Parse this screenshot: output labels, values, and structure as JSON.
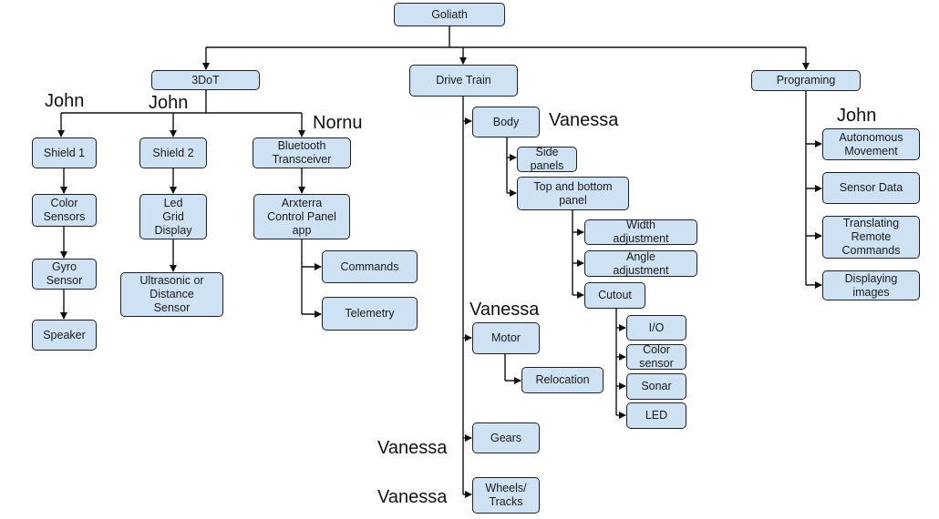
{
  "nodes": {
    "goliath": "Goliath",
    "threedot": "3DoT",
    "drive_train": "Drive Train",
    "programing": "Programing",
    "shield1": "Shield 1",
    "shield2": "Shield 2",
    "bluetooth": "Bluetooth\nTransceiver",
    "color_sensors": "Color\nSensors",
    "led_grid": "Led\nGrid\nDisplay",
    "arxterra": "Arxterra\nControl Panel\napp",
    "gyro": "Gyro\nSensor",
    "ultrasonic": "Ultrasonic or\nDistance\nSensor",
    "commands": "Commands",
    "telemetry": "Telemetry",
    "speaker": "Speaker",
    "body": "Body",
    "side_panels": "Side\npanels",
    "top_bottom": "Top and bottom\npanel",
    "width_adj": "Width\nadjustment",
    "angle_adj": "Angle\nadjustment",
    "cutout": "Cutout",
    "io": "I/O",
    "color_sensor": "Color\nsensor",
    "sonar": "Sonar",
    "led": "LED",
    "motor": "Motor",
    "relocation": "Relocation",
    "gears": "Gears",
    "wheels": "Wheels/\nTracks",
    "autonomous": "Autonomous\nMovement",
    "sensor_data": "Sensor Data",
    "translating": "Translating\nRemote\nCommands",
    "displaying": "Displaying\nimages"
  },
  "owners": {
    "john_shield1": "John",
    "john_shield2": "John",
    "nornu": "Nornu",
    "vanessa_body": "Vanessa",
    "vanessa_motor": "Vanessa",
    "vanessa_gears": "Vanessa",
    "vanessa_wheels": "Vanessa",
    "john_programing": "John"
  }
}
